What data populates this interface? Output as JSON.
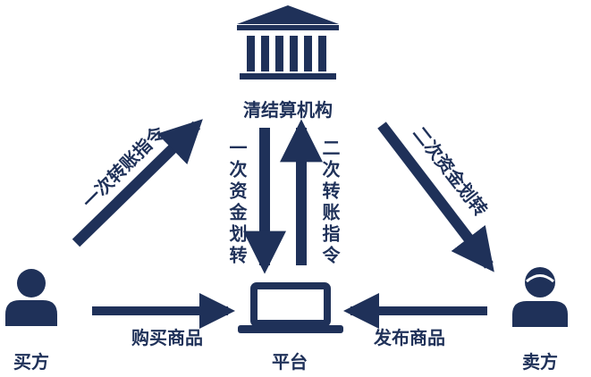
{
  "colors": {
    "primary": "#1f3159",
    "background": "#ffffff"
  },
  "nodes": {
    "clearing": {
      "label": "清结算机构",
      "icon": "bank-icon"
    },
    "platform": {
      "label": "平台",
      "icon": "laptop-icon"
    },
    "buyer": {
      "label": "买方",
      "icon": "person-icon"
    },
    "seller": {
      "label": "卖方",
      "icon": "person-icon"
    }
  },
  "edges": {
    "buyer_to_clearing": "一次转账指令",
    "clearing_to_seller": "二次资金划转",
    "clearing_to_platform": "一次资金划转",
    "platform_to_clearing": "二次转账指令",
    "buyer_to_platform": "购买商品",
    "seller_to_platform": "发布商品"
  }
}
